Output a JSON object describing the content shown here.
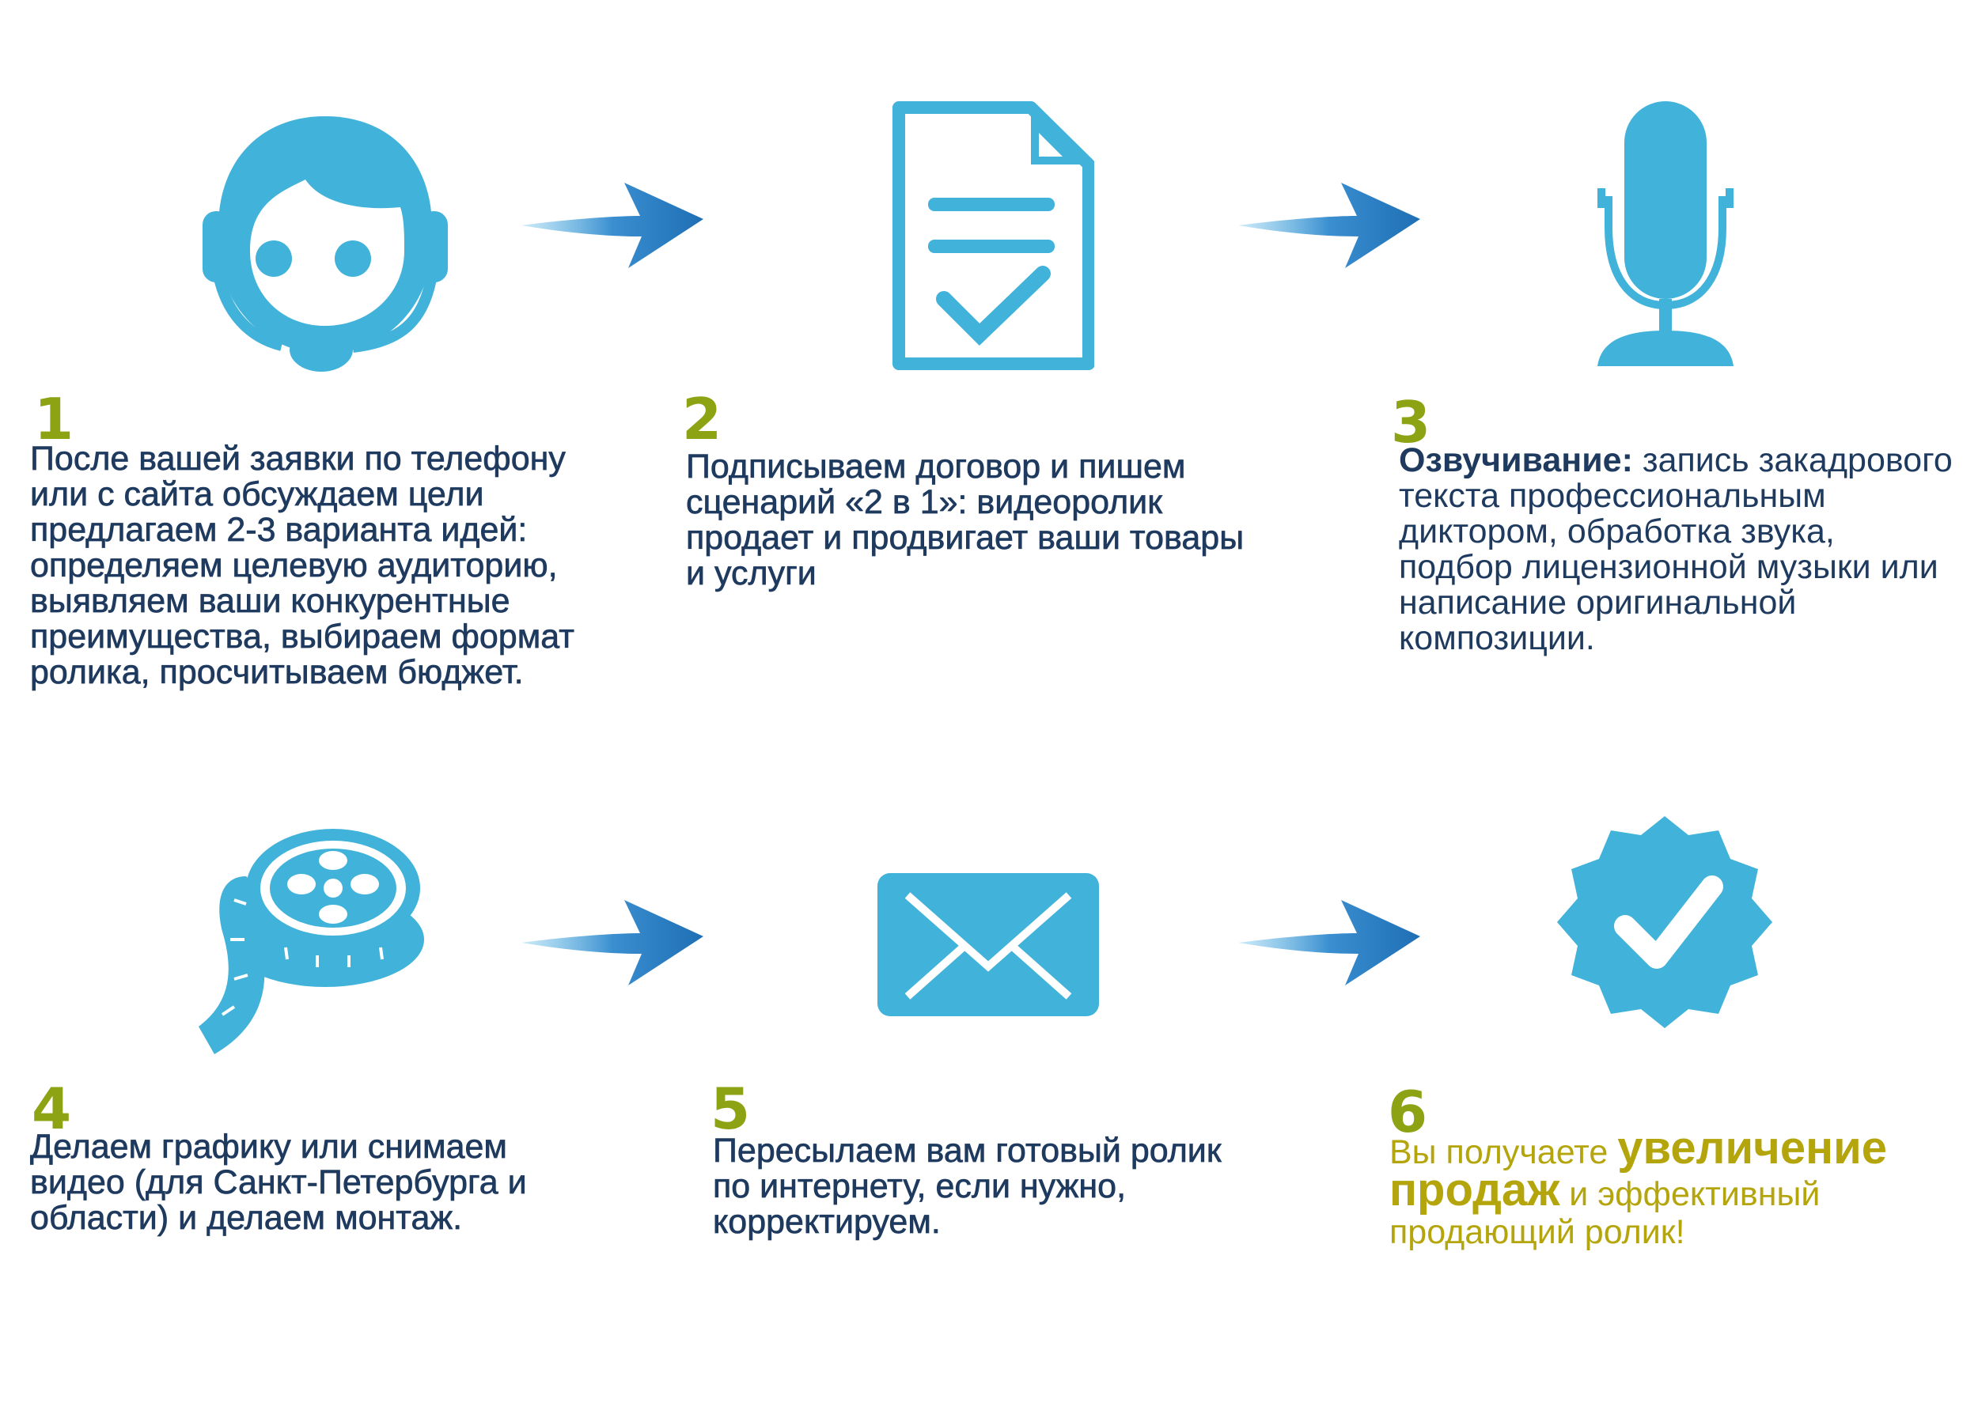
{
  "colors": {
    "icon": "#41b2d9",
    "text": "#1f3a5f",
    "number": "#8ea313",
    "highlight": "#b5a50d",
    "arrow": "#2f7fc0"
  },
  "steps": [
    {
      "number": "1",
      "icon": "headset-icon",
      "lines": [
        "После вашей заявки по телефону",
        "или с сайта обсуждаем цели",
        "предлагаем 2-3 варианта идей:",
        "определяем целевую аудиторию,",
        "выявляем ваши конкурентные",
        "преимущества, выбираем формат",
        "ролика, просчитываем бюджет."
      ]
    },
    {
      "number": "2",
      "icon": "document-check-icon",
      "lines": [
        "Подписываем договор и пишем",
        "сценарий «2 в 1»: видеоролик",
        "продает и продвигает ваши товары",
        "и услуги"
      ]
    },
    {
      "number": "3",
      "icon": "microphone-icon",
      "lead": "Озвучивание:",
      "lines": [
        " запись закадрового",
        "текста профессиональным",
        "диктором, обработка звука,",
        "подбор лицензионной музыки или",
        "написание оригинальной",
        "композиции."
      ]
    },
    {
      "number": "4",
      "icon": "film-reel-icon",
      "lines": [
        "Делаем графику или снимаем",
        "видео (для Санкт-Петербурга и",
        "области) и делаем монтаж."
      ]
    },
    {
      "number": "5",
      "icon": "envelope-icon",
      "lines": [
        "Пересылаем вам готовый ролик",
        "по интернету, если нужно,",
        "корректируем."
      ]
    },
    {
      "number": "6",
      "icon": "verified-badge-icon",
      "parts": {
        "a": "Вы получаете ",
        "b": "увеличение",
        "c": "продаж",
        "d": " и эффективный",
        "e": "продающий ролик!"
      }
    }
  ]
}
